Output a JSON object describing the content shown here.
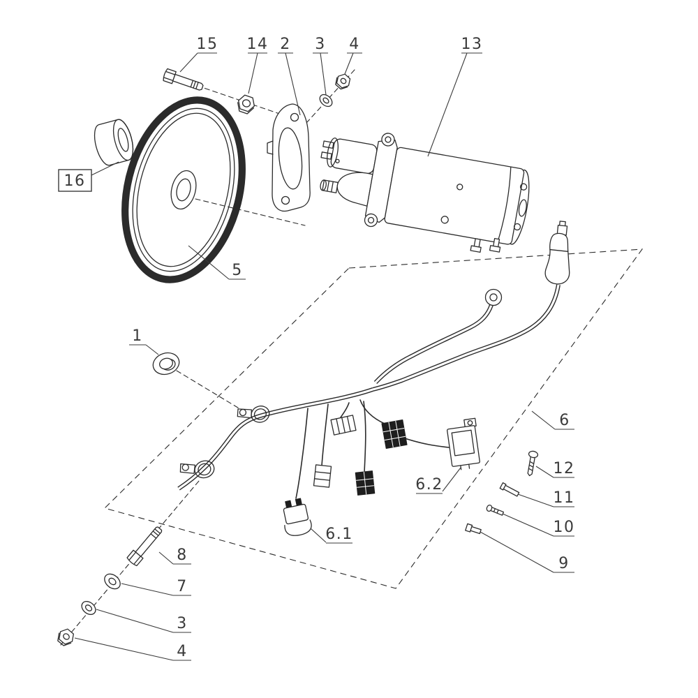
{
  "diagram": {
    "background": "#ffffff",
    "line_color": "#2b2b2b",
    "label_color": "#3a3a3a",
    "connector_fill": "#1e1e1e"
  },
  "callouts": {
    "c15": {
      "label": "15"
    },
    "c14": {
      "label": "14"
    },
    "c2": {
      "label": "2"
    },
    "c3_top": {
      "label": "3"
    },
    "c4_top": {
      "label": "4"
    },
    "c13": {
      "label": "13"
    },
    "c16": {
      "label": "16"
    },
    "c5": {
      "label": "5"
    },
    "c1": {
      "label": "1"
    },
    "c6": {
      "label": "6"
    },
    "c6_1": {
      "label": "6.1"
    },
    "c6_2": {
      "label": "6.2"
    },
    "c12": {
      "label": "12"
    },
    "c11": {
      "label": "11"
    },
    "c10": {
      "label": "10"
    },
    "c9": {
      "label": "9"
    },
    "c8": {
      "label": "8"
    },
    "c7": {
      "label": "7"
    },
    "c3_bottom": {
      "label": "3"
    },
    "c4_bottom": {
      "label": "4"
    }
  }
}
